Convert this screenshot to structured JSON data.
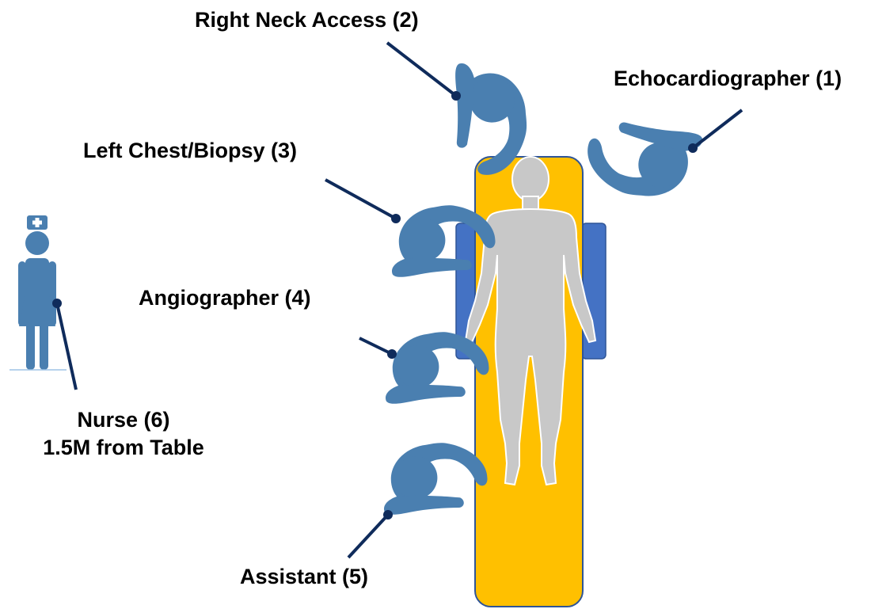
{
  "labels": {
    "echo": "Echocardiographer (1)",
    "neck": "Right Neck Access (2)",
    "chest": "Left Chest/Biopsy (3)",
    "angio": "Angiographer (4)",
    "assistant": "Assistant (5)",
    "nurse_line1": "Nurse (6)",
    "nurse_line2": "1.5M from Table"
  },
  "colors": {
    "table_fill": "#FFC000",
    "table_border": "#2F5597",
    "arm_board": "#4472C4",
    "patient": "#C8C8C8",
    "staff": "#4A7FB0",
    "nurse": "#4A7FB0",
    "leader_line": "#0F2B5B"
  },
  "icons": {
    "staff": "person-top-view-icon",
    "nurse": "nurse-icon",
    "patient": "patient-body-icon"
  }
}
